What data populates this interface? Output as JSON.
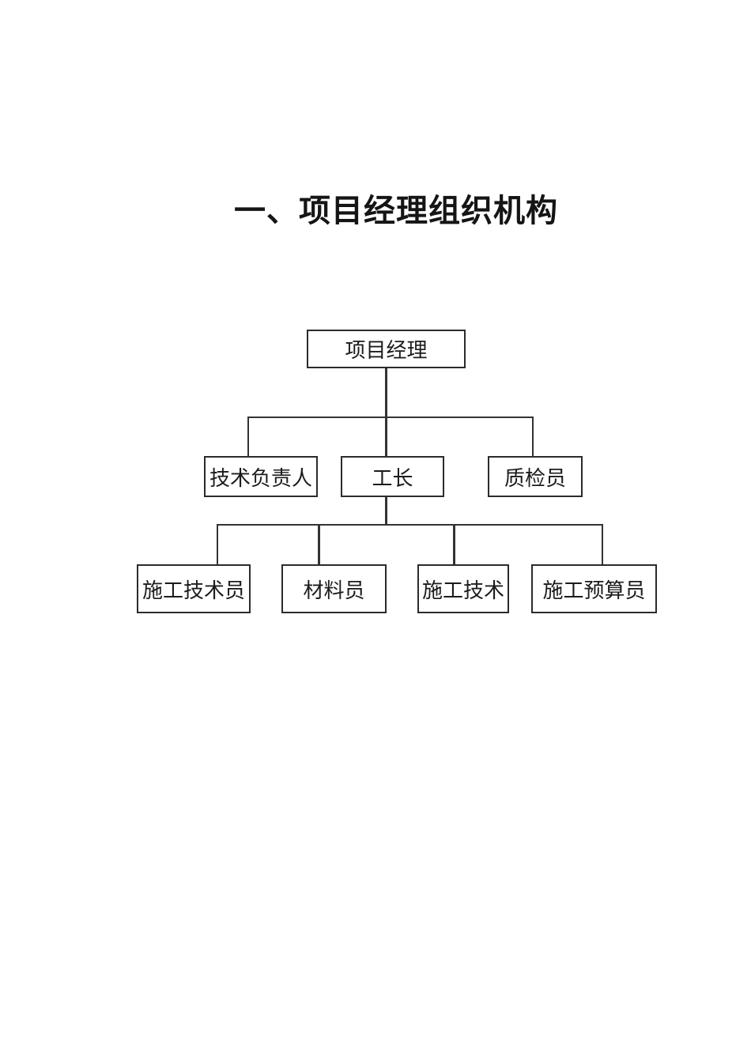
{
  "page": {
    "title": "一、项目经理组织机构"
  },
  "diagram": {
    "type": "org-chart",
    "levels": 3,
    "nodes": [
      {
        "id": "project-manager",
        "label": "项目经理",
        "level": 1,
        "parent": null
      },
      {
        "id": "technical-director",
        "label": "技术负责人",
        "level": 2,
        "parent": "项目经理"
      },
      {
        "id": "foreman",
        "label": "工长",
        "level": 2,
        "parent": "项目经理"
      },
      {
        "id": "quality-inspector",
        "label": "质检员",
        "level": 2,
        "parent": "项目经理"
      },
      {
        "id": "construction-technician",
        "label": "施工技术员",
        "level": 3,
        "parent": "工长"
      },
      {
        "id": "material-clerk",
        "label": "材料员",
        "level": 3,
        "parent": "工长"
      },
      {
        "id": "construction-technology",
        "label": "施工技术",
        "level": 3,
        "parent": "工长"
      },
      {
        "id": "construction-estimator",
        "label": "施工预算员",
        "level": 3,
        "parent": "工长"
      }
    ],
    "colors": {
      "background": "#ffffff",
      "box_border": "#2b2b2b",
      "line": "#333333",
      "text": "#1c1c1c"
    }
  }
}
